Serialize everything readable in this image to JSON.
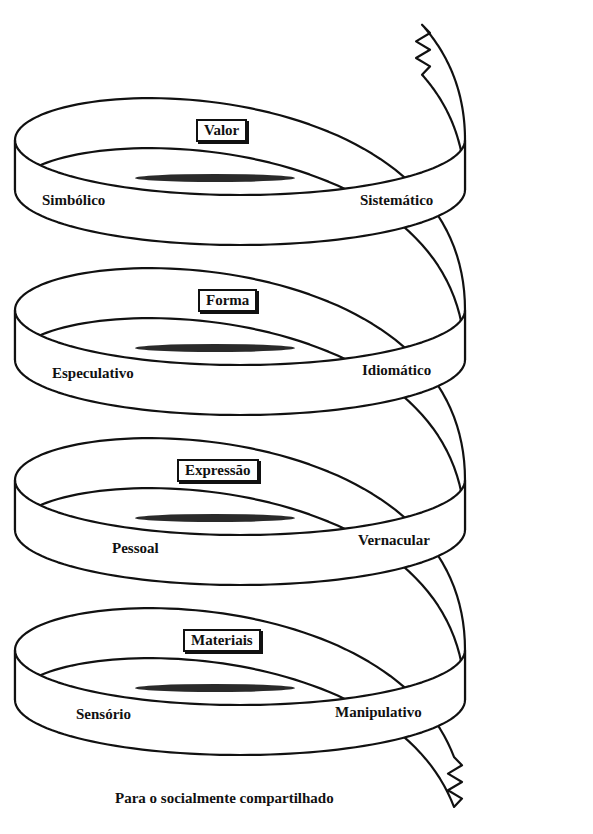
{
  "diagram": {
    "nodes": [
      {
        "text": [
          "Valor"
        ]
      },
      {
        "text": [
          "Forma"
        ]
      },
      {
        "text": [
          "Expressão"
        ]
      },
      {
        "text": [
          "Materiais"
        ]
      }
    ],
    "labels": [
      "Sistemático",
      "Simbólico",
      "Idiomático",
      "Especulativo",
      "Vernacular",
      "Pessoal",
      "Manipulativo",
      "Sensório",
      "Para o socialmente compartilhado"
    ]
  }
}
